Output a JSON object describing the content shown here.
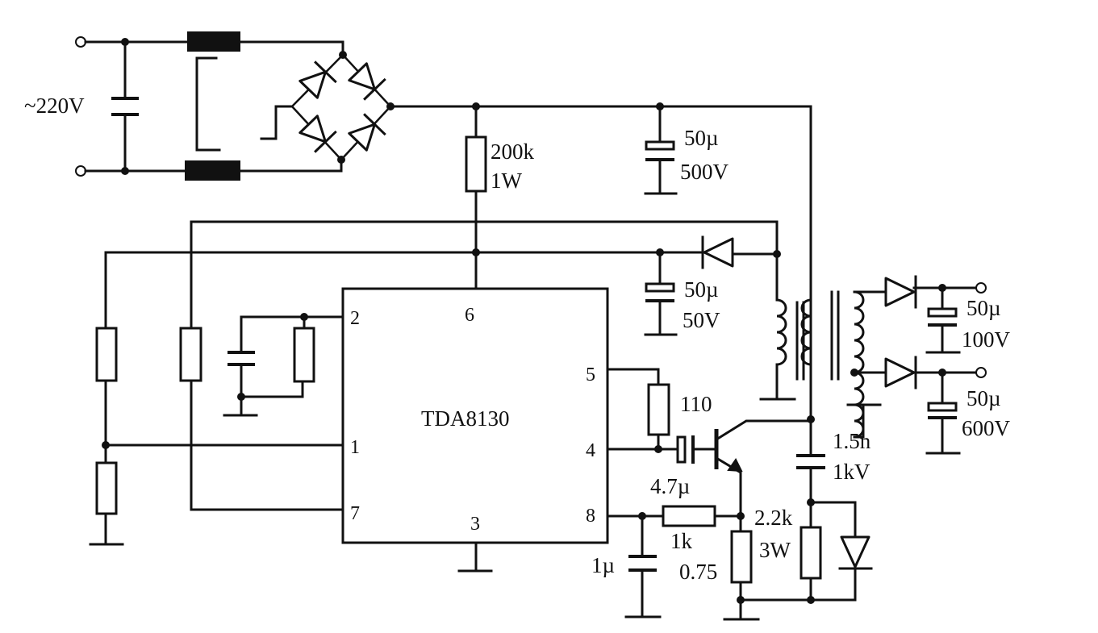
{
  "ac_input": {
    "label": "~220V"
  },
  "ic": {
    "name": "TDA8130",
    "pins": {
      "p1": "1",
      "p2": "2",
      "p3": "3",
      "p4": "4",
      "p5": "5",
      "p6": "6",
      "p7": "7",
      "p8": "8"
    }
  },
  "components": {
    "r_startup": {
      "value": "200k",
      "rating": "1W"
    },
    "c_bulk": {
      "value": "50µ",
      "rating": "500V"
    },
    "c_aux": {
      "value": "50µ",
      "rating": "50V"
    },
    "r_base": {
      "value": "110"
    },
    "c_coupling": {
      "value": "4.7µ"
    },
    "c_snubber": {
      "value": "1.5n",
      "rating": "1kV"
    },
    "r_sense": {
      "value": "1k"
    },
    "r_emitter": {
      "value": "0.75"
    },
    "r_snubber": {
      "value": "2.2k",
      "rating": "3W"
    },
    "c_ct": {
      "value": "1µ"
    },
    "c_out1": {
      "value": "50µ",
      "rating": "100V"
    },
    "c_out2": {
      "value": "50µ",
      "rating": "600V"
    }
  }
}
